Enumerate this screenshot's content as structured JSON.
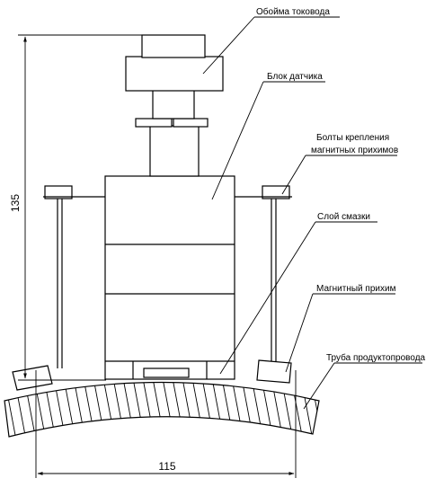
{
  "labels": {
    "current_collector_holder": "Обойма токовода",
    "sensor_block": "Блок датчика",
    "bolts_line1": "Болты крепления",
    "bolts_line2": "магнитных прихимов",
    "grease_layer": "Слой смазки",
    "magnetic_clamp": "Магнитный прихим",
    "pipe": "Труба продуктопровода"
  },
  "dimensions": {
    "height": "135",
    "width": "115"
  }
}
